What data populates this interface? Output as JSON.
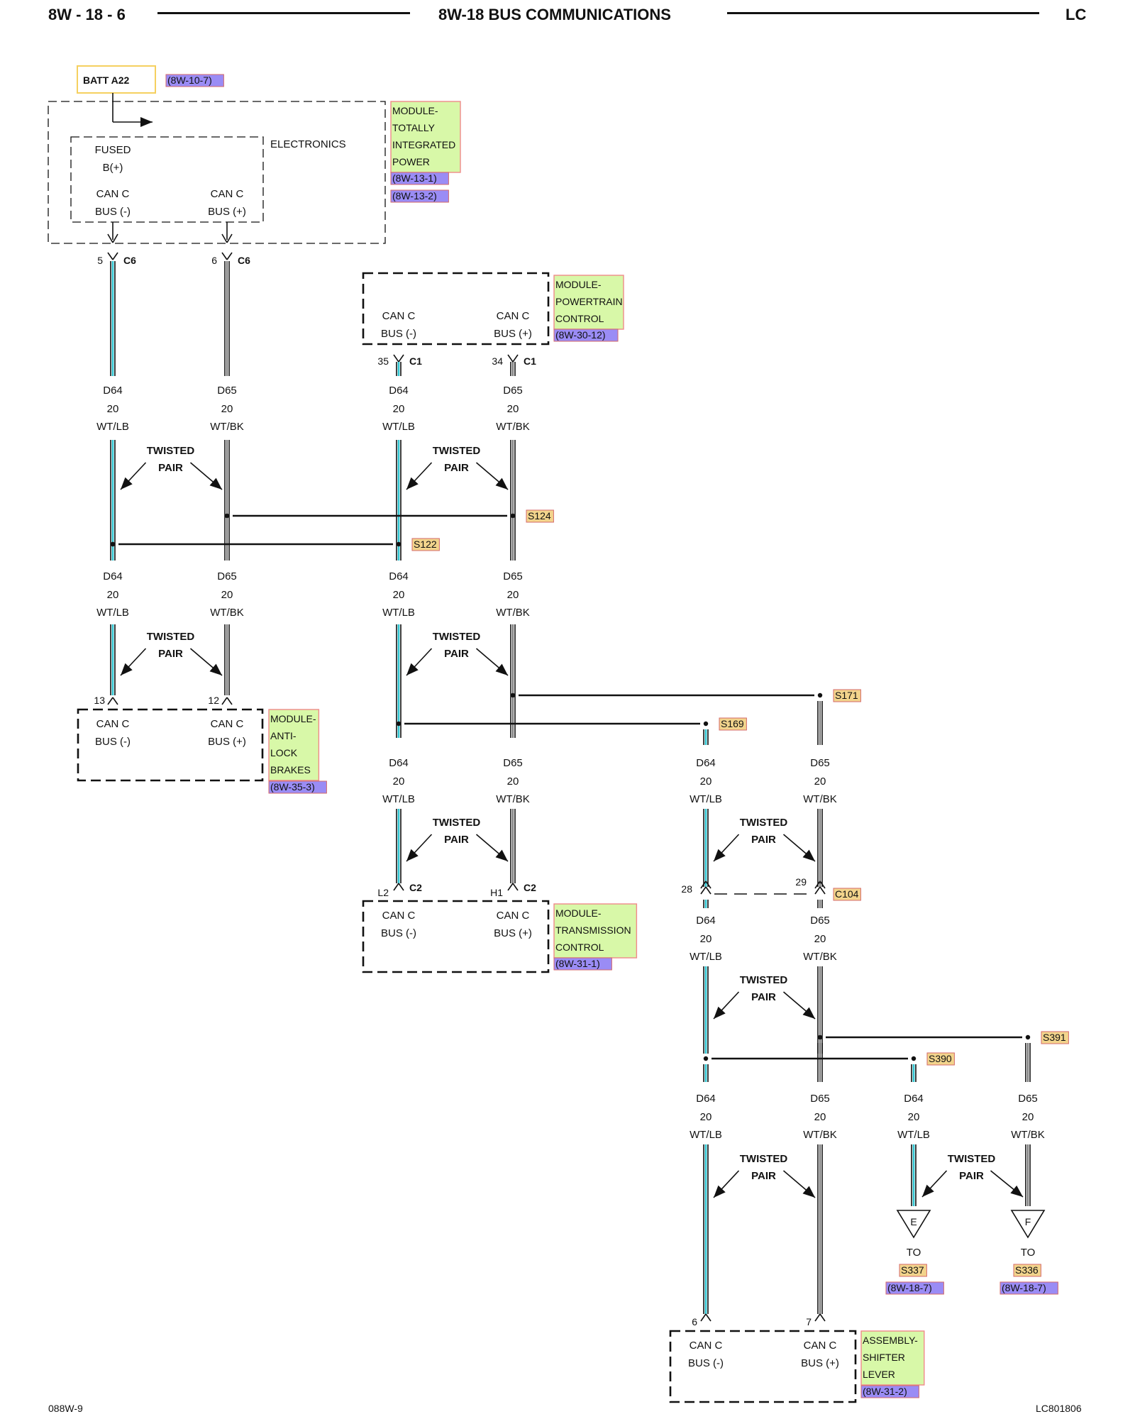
{
  "header": {
    "left": "8W - 18 - 6",
    "center": "8W-18 BUS COMMUNICATIONS",
    "right": "LC"
  },
  "footer": {
    "left": "088W-9",
    "right": "LC801806"
  },
  "colors": {
    "wire_lb": "#2ec4d0",
    "ref_bg": "#9a8cf5",
    "splice_bg": "#f2d48c",
    "module_bg": "#d8f8a8",
    "module_border": "#f08a8a",
    "batt_border": "#f5d060"
  },
  "batt": {
    "label": "BATT A22",
    "ref": "(8W-10-7)"
  },
  "tipm": {
    "name_lines": [
      "MODULE-",
      "TOTALLY",
      "INTEGRATED",
      "POWER"
    ],
    "refs": [
      "(8W-13-1)",
      "(8W-13-2)"
    ],
    "electronics": "ELECTRONICS",
    "fused": [
      "FUSED",
      "B(+)"
    ],
    "pin_neg": [
      "CAN C",
      "BUS (-)"
    ],
    "pin_pos": [
      "CAN C",
      "BUS (+)"
    ],
    "conn_neg": {
      "pin": "5",
      "conn": "C6"
    },
    "conn_pos": {
      "pin": "6",
      "conn": "C6"
    }
  },
  "pcm": {
    "name_lines": [
      "MODULE-",
      "POWERTRAIN",
      "CONTROL"
    ],
    "ref": "(8W-30-12)",
    "pin_neg": [
      "CAN C",
      "BUS (-)"
    ],
    "pin_pos": [
      "CAN C",
      "BUS (+)"
    ],
    "conn_neg": {
      "pin": "35",
      "conn": "C1"
    },
    "conn_pos": {
      "pin": "34",
      "conn": "C1"
    }
  },
  "abs": {
    "name_lines": [
      "MODULE-",
      "ANTI-",
      "LOCK",
      "BRAKES"
    ],
    "ref": "(8W-35-3)",
    "pin_neg": [
      "CAN C",
      "BUS (-)"
    ],
    "pin_pos": [
      "CAN C",
      "BUS (+)"
    ],
    "conn_neg": {
      "pin": "13"
    },
    "conn_pos": {
      "pin": "12"
    }
  },
  "tcm": {
    "name_lines": [
      "MODULE-",
      "TRANSMISSION",
      "CONTROL"
    ],
    "ref": "(8W-31-1)",
    "pin_neg": [
      "CAN C",
      "BUS (-)"
    ],
    "pin_pos": [
      "CAN C",
      "BUS (+)"
    ],
    "conn_neg": {
      "pin": "L2",
      "conn": "C2"
    },
    "conn_pos": {
      "pin": "H1",
      "conn": "C2"
    }
  },
  "shifter": {
    "name_lines": [
      "ASSEMBLY-",
      "SHIFTER",
      "LEVER"
    ],
    "ref": "(8W-31-2)",
    "pin_neg": [
      "CAN C",
      "BUS (-)"
    ],
    "pin_pos": [
      "CAN C",
      "BUS (+)"
    ],
    "conn_neg": {
      "pin": "6"
    },
    "conn_pos": {
      "pin": "7"
    }
  },
  "c104": {
    "conn": "C104",
    "pin_neg": "28",
    "pin_pos": "29"
  },
  "wires": {
    "neg": [
      "D64",
      "20",
      "WT/LB"
    ],
    "pos": [
      "D65",
      "20",
      "WT/BK"
    ]
  },
  "twisted_pair": [
    "TWISTED",
    "PAIR"
  ],
  "splices": {
    "s124": "S124",
    "s122": "S122",
    "s171": "S171",
    "s169": "S169",
    "s391": "S391",
    "s390": "S390"
  },
  "terminals": {
    "e": {
      "letter": "E",
      "to": "TO",
      "splice": "S337",
      "ref": "(8W-18-7)"
    },
    "f": {
      "letter": "F",
      "to": "TO",
      "splice": "S336",
      "ref": "(8W-18-7)"
    }
  }
}
